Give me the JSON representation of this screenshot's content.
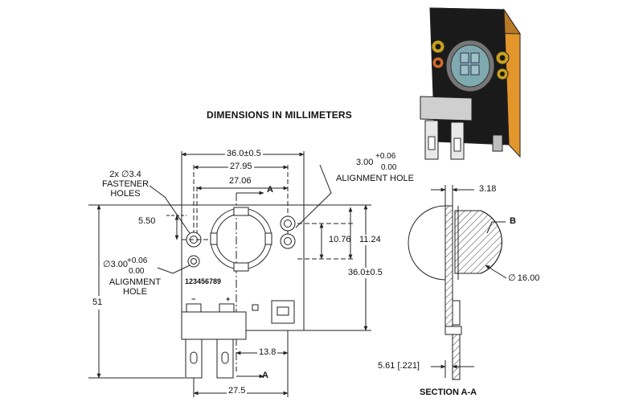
{
  "title": "DIMENSIONS IN MILLIMETERS",
  "dims": {
    "overall_width": "36.0±0.5",
    "hole_span": "27.95",
    "hole_offset": "27.06",
    "fastener_count": "2x",
    "fastener_dia": "3.4",
    "fastener_label_l1": "FASTENER",
    "fastener_label_l2": "HOLES",
    "align_tol_top": "+0.06",
    "align_tol_bottom": "0.00",
    "align_dia_top": "3.00",
    "align_label_right": "ALIGNMENT HOLE",
    "align_dia_left": "3.00",
    "align_label_left_l1": "ALIGNMENT",
    "align_label_left_l2": "HOLE",
    "dim_550": "5.50",
    "dim_1076": "10.76",
    "dim_1124": "11.24",
    "overall_height_board": "36.0±0.5",
    "overall_height_total": "51",
    "dim_138": "13.8",
    "terminal_width": "27.5",
    "part_number": "123456789",
    "minus_sign": "−",
    "plus_sign": "+",
    "section_marker": "A",
    "section_thickness": "3.18",
    "section_label_b": "B",
    "section_dia": "16.00",
    "section_offset": "5.61 [.221]",
    "section_title": "SECTION A-A"
  },
  "colors": {
    "line": "#222222",
    "board_fill": "#ffffff",
    "iso_board_dark": "#1a1a1a",
    "iso_board_edge": "#e3962c",
    "iso_pad": "#c9a11c",
    "iso_lens": "#7faab0",
    "iso_metal": "#cfcfcf"
  }
}
